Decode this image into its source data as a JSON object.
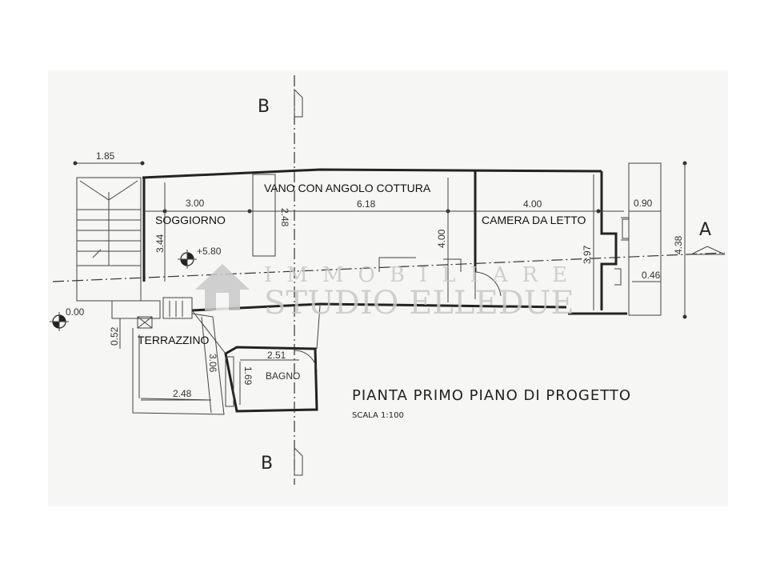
{
  "rooms": {
    "soggiorno": "SOGGIORNO",
    "vano": "VANO CON ANGOLO COTTURA",
    "camera": "CAMERA DA LETTO",
    "terrazzino": "TERRAZZINO",
    "bagno": "BAGNO"
  },
  "dimensions": {
    "d185": "1.85",
    "d300": "3.00",
    "d248a": "2.48",
    "d618": "6.18",
    "d400a": "4.00",
    "d400b": "4.00",
    "d090": "0.90",
    "d397": "3.97",
    "d438": "4.38",
    "d046": "0.46",
    "d344": "3.44",
    "d052": "0.52",
    "d306": "3.06",
    "d251": "2.51",
    "d169": "1.69",
    "d248b": "2.48"
  },
  "levels": {
    "upper": "+5.80",
    "ground": "0.00"
  },
  "sections": {
    "b_top": "B",
    "b_bottom": "B",
    "a_right": "A"
  },
  "title": {
    "main": "PIANTA PRIMO PIANO DI PROGETTO",
    "scale": "SCALA 1:100"
  },
  "watermark": {
    "line1": "IMMOBILIARE",
    "line2": "STUDIO ELLEDUE"
  }
}
